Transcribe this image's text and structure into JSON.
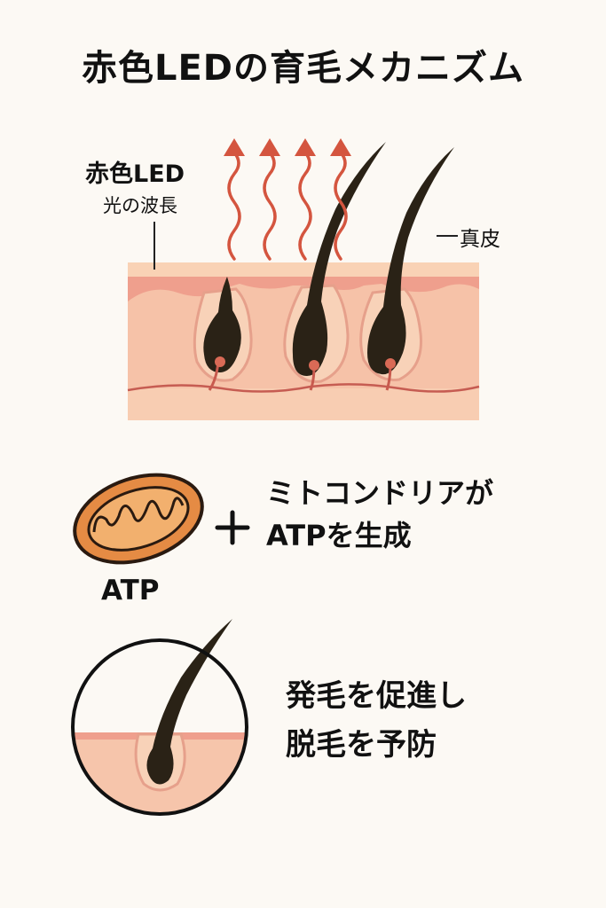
{
  "title": "赤色LEDの育毛メカニズム",
  "labels": {
    "led": "赤色LED",
    "wavelength": "光の波長",
    "dermis": "真皮",
    "mito_line1": "ミトコンドリアが",
    "mito_line2": "ATPを生成",
    "atp": "ATP",
    "plus": "+",
    "result_line1": "発毛を促進し",
    "result_line2": "脱毛を予防"
  },
  "colors": {
    "background": "#fcf9f4",
    "skin_top": "#f9c7a6",
    "skin_body": "#f6c1a6",
    "follicle": "#e9a489",
    "hair": "#2a2216",
    "wave": "#d4553f",
    "mitochondria": "#e58b44"
  }
}
